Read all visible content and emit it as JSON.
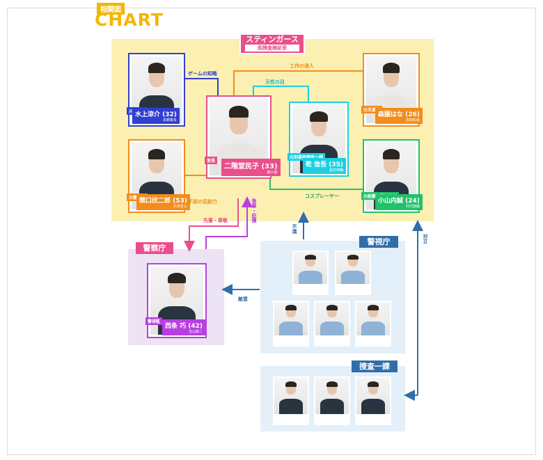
{
  "header": {
    "small": "相関図",
    "big": "CHART"
  },
  "groups": {
    "stingers": {
      "name": "スティンガース",
      "sub": "囮捜査検証室"
    },
    "police_agency": {
      "name": "警察庁"
    },
    "mpd": {
      "name": "警視庁"
    },
    "sousa": {
      "name": "捜査一課"
    }
  },
  "people": {
    "mizukami": {
      "role": "元公安部",
      "name": "水上涼介 (32)",
      "actor": "本郷奏多",
      "color": "#2f3fd0"
    },
    "morizono": {
      "role": "元交通部",
      "name": "森園はな (26)",
      "actor": "志田彩良",
      "color": "#f28c1c"
    },
    "nikaido": {
      "role": "室長",
      "name": "二階堂民子 (33)",
      "actor": "森川葵",
      "color": "#e94f8a"
    },
    "inui": {
      "role": "元刑事部捜査一課",
      "name": "乾 信吾 (35)",
      "actor": "葉井伸輔",
      "color": "#1ccfe0"
    },
    "sekiguchi": {
      "role": "元警備部",
      "name": "関口欣二郎 (53)",
      "actor": "杉本哲太",
      "color": "#f28c1c"
    },
    "koyama": {
      "role": "元組織犯罪対策部",
      "name": "小山内誠 (24)",
      "actor": "井内悠陽",
      "color": "#22c26a"
    },
    "saijo": {
      "role": "警視監",
      "name": "西条 巧 (42)",
      "actor": "玉山鉄二",
      "color": "#b73fe0"
    }
  },
  "relations": {
    "game": "ゲームの知略",
    "craft": "工作の達人",
    "nature": "天性の目",
    "patience": "不屈の忍耐力",
    "cosplay": "コスプレーヤー",
    "senpai": "先輩・尊敬",
    "kohai": "後輩・庇護",
    "fuman": "不満",
    "teki": "敵意",
    "tairitsu": "対立"
  }
}
